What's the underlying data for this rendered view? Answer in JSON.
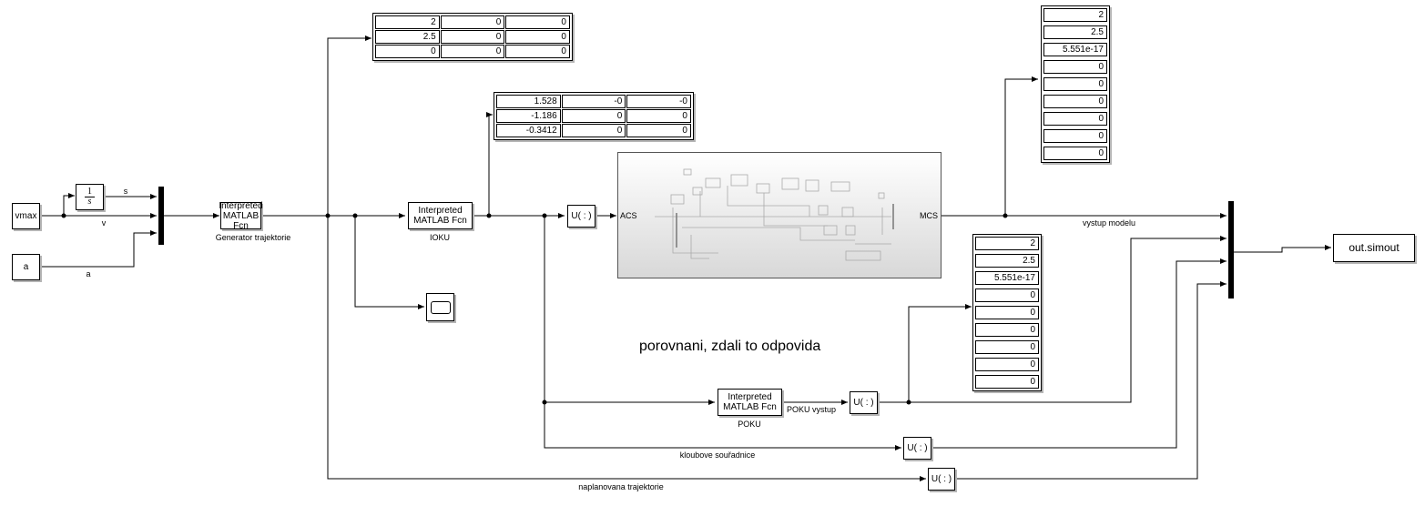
{
  "blocks": {
    "vmax": "vmax",
    "a": "a",
    "integrator": {
      "num": "1",
      "den": "s"
    },
    "fcn_label_1": "Interpreted",
    "fcn_label_2": "MATLAB Fcn",
    "generator_name": "Generator trajektorie",
    "ioku_name": "IOKU",
    "poku_name": "POKU",
    "u_colon": "U( : )",
    "subsystem_in": "ACS",
    "subsystem_out": "MCS",
    "simout": "out.simout"
  },
  "signals": {
    "s": "s",
    "v": "v",
    "a": "a",
    "vystup_modelu": "vystup modelu",
    "poku_vystup": "POKU vystup",
    "kloubove": "kloubove souřadnice",
    "naplanovana": "naplanovana trajektorie"
  },
  "comment": "porovnani, zdali to odpovida",
  "displays": {
    "display1": [
      [
        "2",
        "0",
        "0"
      ],
      [
        "2.5",
        "0",
        "0"
      ],
      [
        "0",
        "0",
        "0"
      ]
    ],
    "display2": [
      [
        "1.528",
        "-0",
        "-0"
      ],
      [
        "-1.186",
        "0",
        "0"
      ],
      [
        "-0.3412",
        "0",
        "0"
      ]
    ],
    "display3": [
      "2",
      "2.5",
      "5.551e-17",
      "0",
      "0",
      "0",
      "0",
      "0",
      "0"
    ],
    "display4": [
      "2",
      "2.5",
      "5.551e-17",
      "0",
      "0",
      "0",
      "0",
      "0",
      "0"
    ]
  }
}
